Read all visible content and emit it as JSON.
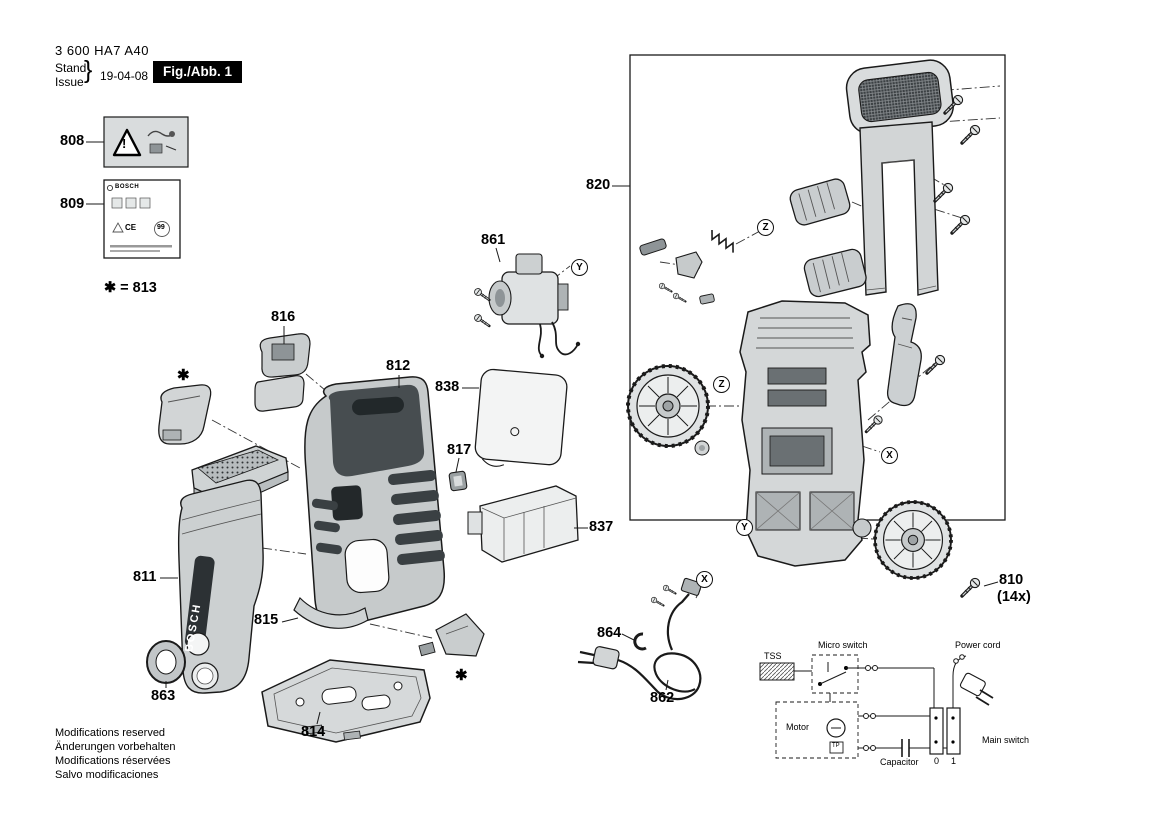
{
  "header": {
    "part_number": "3 600 HA7 A40",
    "stand": "Stand",
    "issue": "Issue",
    "brace": "}",
    "date": "19-04-08",
    "figure": "Fig./Abb. 1"
  },
  "legend": {
    "note": "✱ = 813",
    "asterisk": "✱"
  },
  "parts": {
    "p808": "808",
    "p809": "809",
    "p810": "810",
    "p810_qty": "(14x)",
    "p811": "811",
    "p812": "812",
    "p814": "814",
    "p815": "815",
    "p816": "816",
    "p817": "817",
    "p820": "820",
    "p837": "837",
    "p838": "838",
    "p861": "861",
    "p862": "862",
    "p863": "863",
    "p864": "864"
  },
  "connectors": {
    "x": "X",
    "y": "Y",
    "z": "Z"
  },
  "artwork_text": {
    "bosch_logo": "BOSCH",
    "warning_mark": "!",
    "label_brand": "BOSCH",
    "label_ce": "CE",
    "label_year": "99"
  },
  "circuit": {
    "micro_switch": "Micro switch",
    "tss": "TSS",
    "power_cord": "Power cord",
    "motor": "Motor",
    "tp": "TP",
    "capacitor": "Capacitor",
    "main_switch": "Main switch",
    "pos_0": "0",
    "pos_1": "1"
  },
  "footer": {
    "line1": "Modifications reserved",
    "line2": "Änderungen vorbehalten",
    "line3": "Modifications réservées",
    "line4": "Salvo modificaciones"
  }
}
